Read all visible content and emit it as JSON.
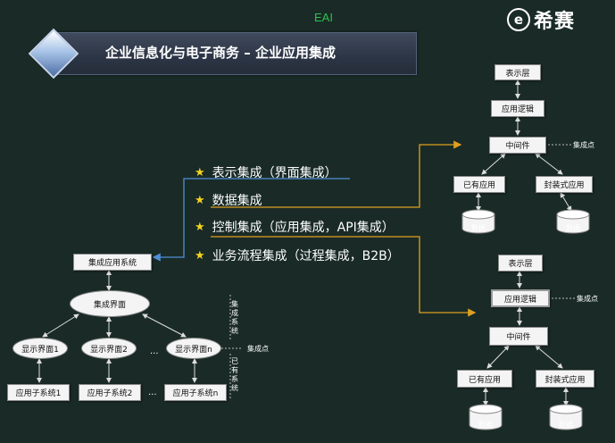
{
  "header": {
    "eai": "EAI",
    "logo_mark": "e",
    "logo_text": "希赛",
    "title": "企业信息化与电子商务 – 企业应用集成"
  },
  "bullets": [
    "表示集成（界面集成）",
    "数据集成",
    "控制集成（应用集成，API集成）",
    "业务流程集成（过程集成，B2B）"
  ],
  "left_diagram": {
    "top_box": "集成应用系统",
    "ellipse": "集成界面",
    "displays": [
      "显示界面1",
      "显示界面2",
      "显示界面n"
    ],
    "subsystems": [
      "应用子系统1",
      "应用子系统2",
      "应用子系统n"
    ],
    "ellipsis": "...",
    "integrated_system": "集成系统",
    "integration_point": "集成点",
    "existing_system": "已有系统"
  },
  "right_top": {
    "presentation": "表示层",
    "logic": "应用逻辑",
    "middleware": "中间件",
    "integration_point": "集成点",
    "existing_app": "已有应用",
    "packaged_app": "封装式应用",
    "data1": "数据",
    "data2": "数据"
  },
  "right_bottom": {
    "presentation": "表示层",
    "logic": "应用逻辑",
    "integration_point": "集成点",
    "middleware": "中间件",
    "existing_app": "已有应用",
    "packaged_app": "封装式应用",
    "data1": "数据",
    "data2": "数据"
  },
  "colors": {
    "background": "#1a2b27",
    "star": "#f3d21e",
    "arrow_blue": "#4f8fd6",
    "arrow_orange": "#e0a020",
    "eai_green": "#2fbf4f"
  }
}
